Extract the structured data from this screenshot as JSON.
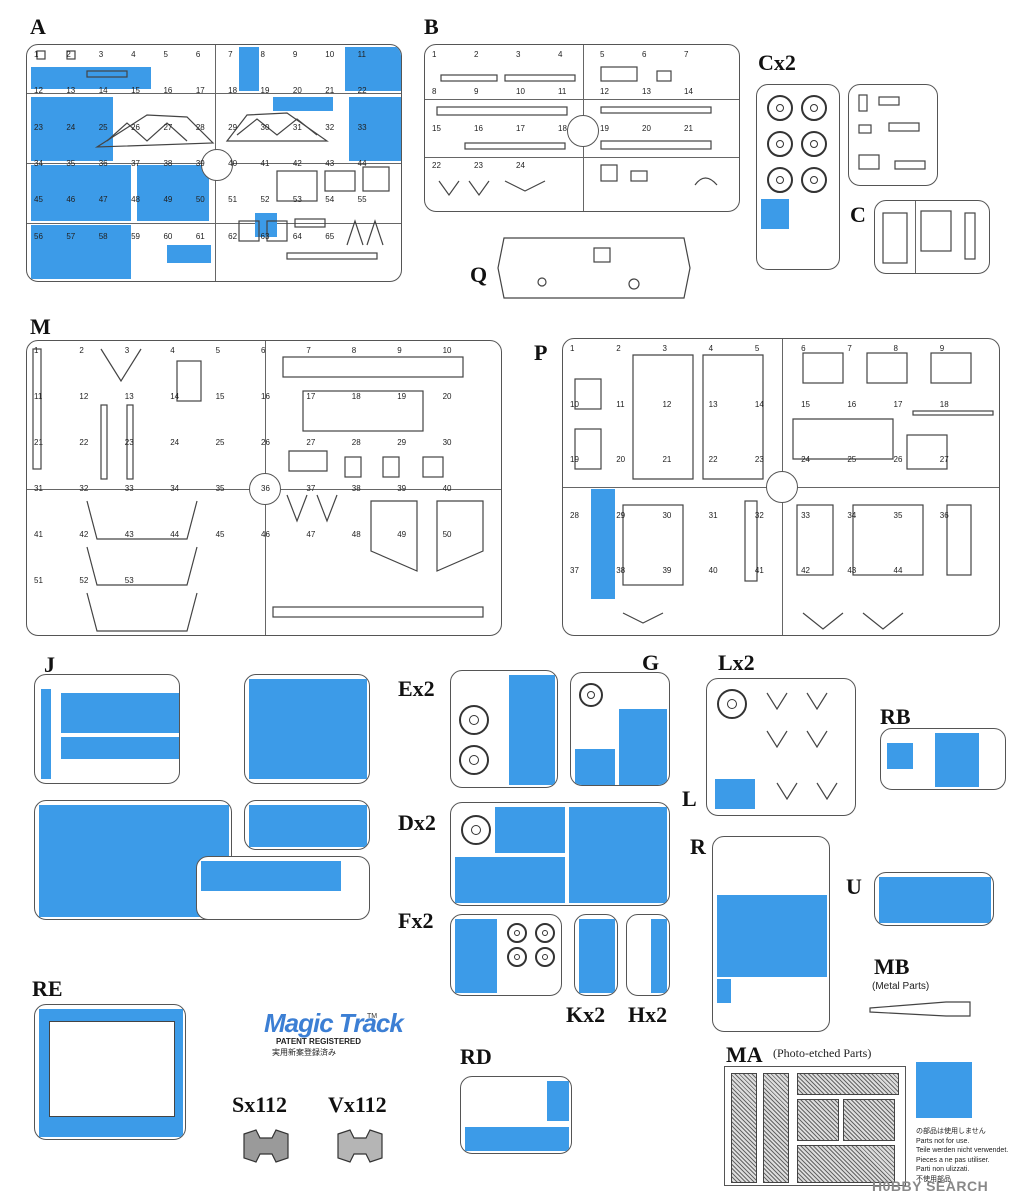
{
  "labels": {
    "A": "A",
    "B": "B",
    "Cx2": "Cx2",
    "C": "C",
    "Q": "Q",
    "M": "M",
    "P": "P",
    "J": "J",
    "Ex2": "Ex2",
    "G": "G",
    "Lx2": "Lx2",
    "L": "L",
    "RB": "RB",
    "Dx2": "Dx2",
    "R": "R",
    "U": "U",
    "Fx2": "Fx2",
    "Kx2": "Kx2",
    "Hx2": "Hx2",
    "MB": "MB",
    "MB_sub": "(Metal Parts)",
    "RE": "RE",
    "RD": "RD",
    "Sx112": "Sx112",
    "Vx112": "Vx112",
    "MA": "MA",
    "MA_sub": "(Photo-etched Parts)"
  },
  "logo": {
    "name": "Magic Track",
    "tm": "TM",
    "patent": "PATENT REGISTERED",
    "jp": "実用新案登録済み"
  },
  "notice": [
    "の部品は使用しません",
    "Parts not for use.",
    "Teile werden nicht verwendet.",
    "Pieces a ne pas utiliser.",
    "Parti non ulizzati.",
    "不使用部品"
  ],
  "watermark": "H0BBY SEARCH",
  "part_numbers": {
    "A": [
      "1",
      "2",
      "3",
      "4",
      "5",
      "6",
      "7",
      "8",
      "9",
      "10",
      "11",
      "12",
      "13",
      "14",
      "15",
      "16",
      "17",
      "18",
      "19",
      "20",
      "21",
      "22",
      "23",
      "24",
      "25",
      "26",
      "27",
      "28",
      "29",
      "30",
      "31",
      "32",
      "33",
      "34",
      "35",
      "36",
      "37",
      "38",
      "39",
      "40",
      "41",
      "42",
      "43",
      "44",
      "45",
      "46",
      "47",
      "48",
      "49",
      "50",
      "51",
      "52",
      "53",
      "54",
      "55",
      "56",
      "57",
      "58",
      "59",
      "60",
      "61",
      "62",
      "63",
      "64",
      "65"
    ],
    "B": [
      "1",
      "2",
      "3",
      "4",
      "5",
      "6",
      "7",
      "8",
      "9",
      "10",
      "11",
      "12",
      "13",
      "14",
      "15",
      "16",
      "17",
      "18",
      "19",
      "20",
      "21",
      "22",
      "23",
      "24"
    ],
    "M": [
      "1",
      "2",
      "3",
      "4",
      "5",
      "6",
      "7",
      "8",
      "9",
      "10",
      "11",
      "12",
      "13",
      "14",
      "15",
      "16",
      "17",
      "18",
      "19",
      "20",
      "21",
      "22",
      "23",
      "24",
      "25",
      "26",
      "27",
      "28",
      "29",
      "30",
      "31",
      "32",
      "33",
      "34",
      "35",
      "36",
      "37",
      "38",
      "39",
      "40",
      "41",
      "42",
      "43",
      "44",
      "45",
      "46",
      "47",
      "48",
      "49",
      "50",
      "51",
      "52",
      "53"
    ],
    "P": [
      "1",
      "2",
      "3",
      "4",
      "5",
      "6",
      "7",
      "8",
      "9",
      "10",
      "11",
      "12",
      "13",
      "14",
      "15",
      "16",
      "17",
      "18",
      "19",
      "20",
      "21",
      "22",
      "23",
      "24",
      "25",
      "26",
      "27",
      "28",
      "29",
      "30",
      "31",
      "32",
      "33",
      "34",
      "35",
      "36",
      "37",
      "38",
      "39",
      "40",
      "41",
      "42",
      "43",
      "44"
    ]
  },
  "colors": {
    "unused_parts": "#3c9be8",
    "sprue_frame": "#555555",
    "logo": "#3c7fd4"
  }
}
